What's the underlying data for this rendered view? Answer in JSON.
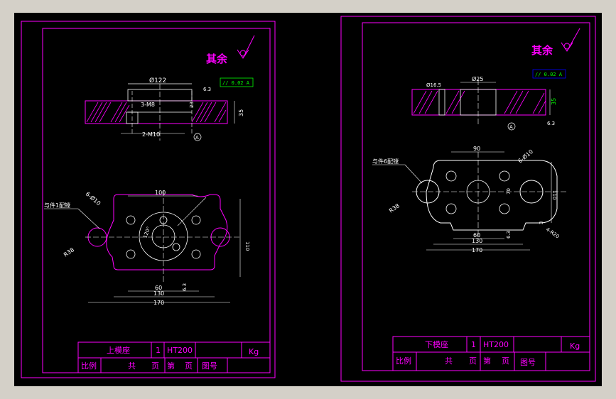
{
  "sheets": [
    {
      "surface_note": "其余",
      "title_block": {
        "part_name": "上模座",
        "quantity": "1",
        "material": "HT200",
        "unit": "Kg",
        "scale_label": "比例",
        "total_label": "共",
        "page_label_1": "页",
        "sheet_label": "第",
        "page_label_2": "页",
        "drawing_no_label": "图号"
      },
      "dims": {
        "d_top": "Ø122",
        "thread_3": "3-M8",
        "thread_2": "2-M10",
        "depth": "23",
        "thick": "35",
        "width_100": "100",
        "width_60": "60",
        "width_130": "130",
        "width_170": "170",
        "height_110": "110",
        "radius": "R38",
        "holes": "6-Ø10",
        "fit_note": "与件1配镗",
        "angle": "120°",
        "datum": "A",
        "rough": "6.3",
        "tol": "// 0.02 A"
      }
    },
    {
      "surface_note": "其余",
      "title_block": {
        "part_name": "下模座",
        "quantity": "1",
        "material": "HT200",
        "unit": "Kg",
        "scale_label": "比例",
        "total_label": "共",
        "page_label_1": "页",
        "sheet_label": "第",
        "page_label_2": "页",
        "drawing_no_label": "图号"
      },
      "dims": {
        "d_top": "Ø25",
        "d_left": "Ø16.5",
        "thick": "35",
        "width_90": "90",
        "width_60": "60",
        "width_130": "130",
        "width_170": "170",
        "height_110": "110",
        "height_70": "70",
        "radius": "R38",
        "holes": "6-Ø10",
        "fit_note": "与件6配镗",
        "corner": "4-R20",
        "gap": "3",
        "datum": "A",
        "rough": "6.3",
        "tol": "// 0.02 A"
      }
    }
  ],
  "colors": {
    "frame": "#ff00ff",
    "line": "#ffffff",
    "accent": "#00ff00",
    "note": "#0000ff",
    "background": "#000000"
  }
}
